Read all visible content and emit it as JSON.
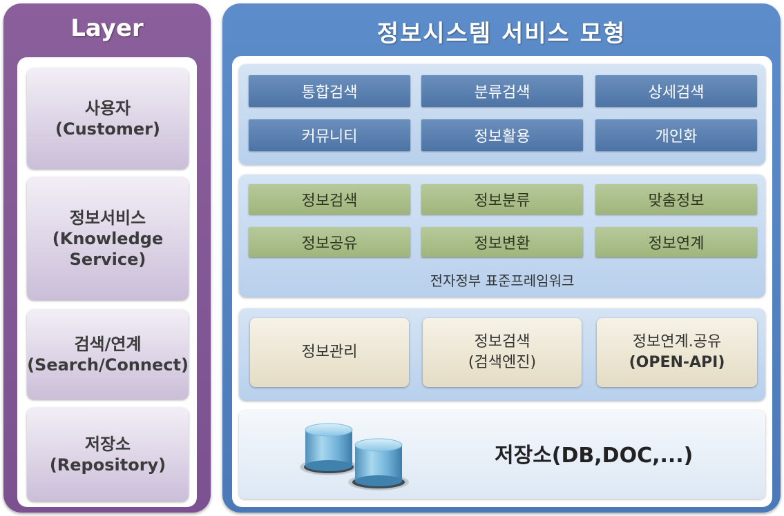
{
  "layer": {
    "title": "Layer",
    "items": [
      {
        "line1": "사용자",
        "line2": "(Customer)",
        "line3": ""
      },
      {
        "line1": "정보서비스",
        "line2": "(Knowledge",
        "line3": "Service)"
      },
      {
        "line1": "검색/연계",
        "line2": "(Search/Connect)",
        "line3": ""
      },
      {
        "line1": "저장소",
        "line2": "(Repository)",
        "line3": ""
      }
    ]
  },
  "model": {
    "title": "정보시스템 서비스 모형",
    "customer_row1": [
      "통합검색",
      "분류검색",
      "상세검색"
    ],
    "customer_row2": [
      "커뮤니티",
      "정보활용",
      "개인화"
    ],
    "service_row1": [
      "정보검색",
      "정보분류",
      "맞춤정보"
    ],
    "service_row2": [
      "정보공유",
      "정보변환",
      "정보연계"
    ],
    "framework_label": "전자정부 표준프레임워크",
    "engine": [
      {
        "line1": "정보관리",
        "line2": ""
      },
      {
        "line1": "정보검색",
        "line2": "(검색엔진)"
      },
      {
        "line1": "정보연계.공유",
        "line2": "(OPEN-API)"
      }
    ],
    "repository_label": "저장소(DB,DOC,...)"
  },
  "colors": {
    "layer_panel": "#7c5190",
    "model_panel": "#4b79b8",
    "customer_cell": "#4d74a6",
    "service_cell": "#9fb57c",
    "engine_cell": "#e4dcc4"
  }
}
